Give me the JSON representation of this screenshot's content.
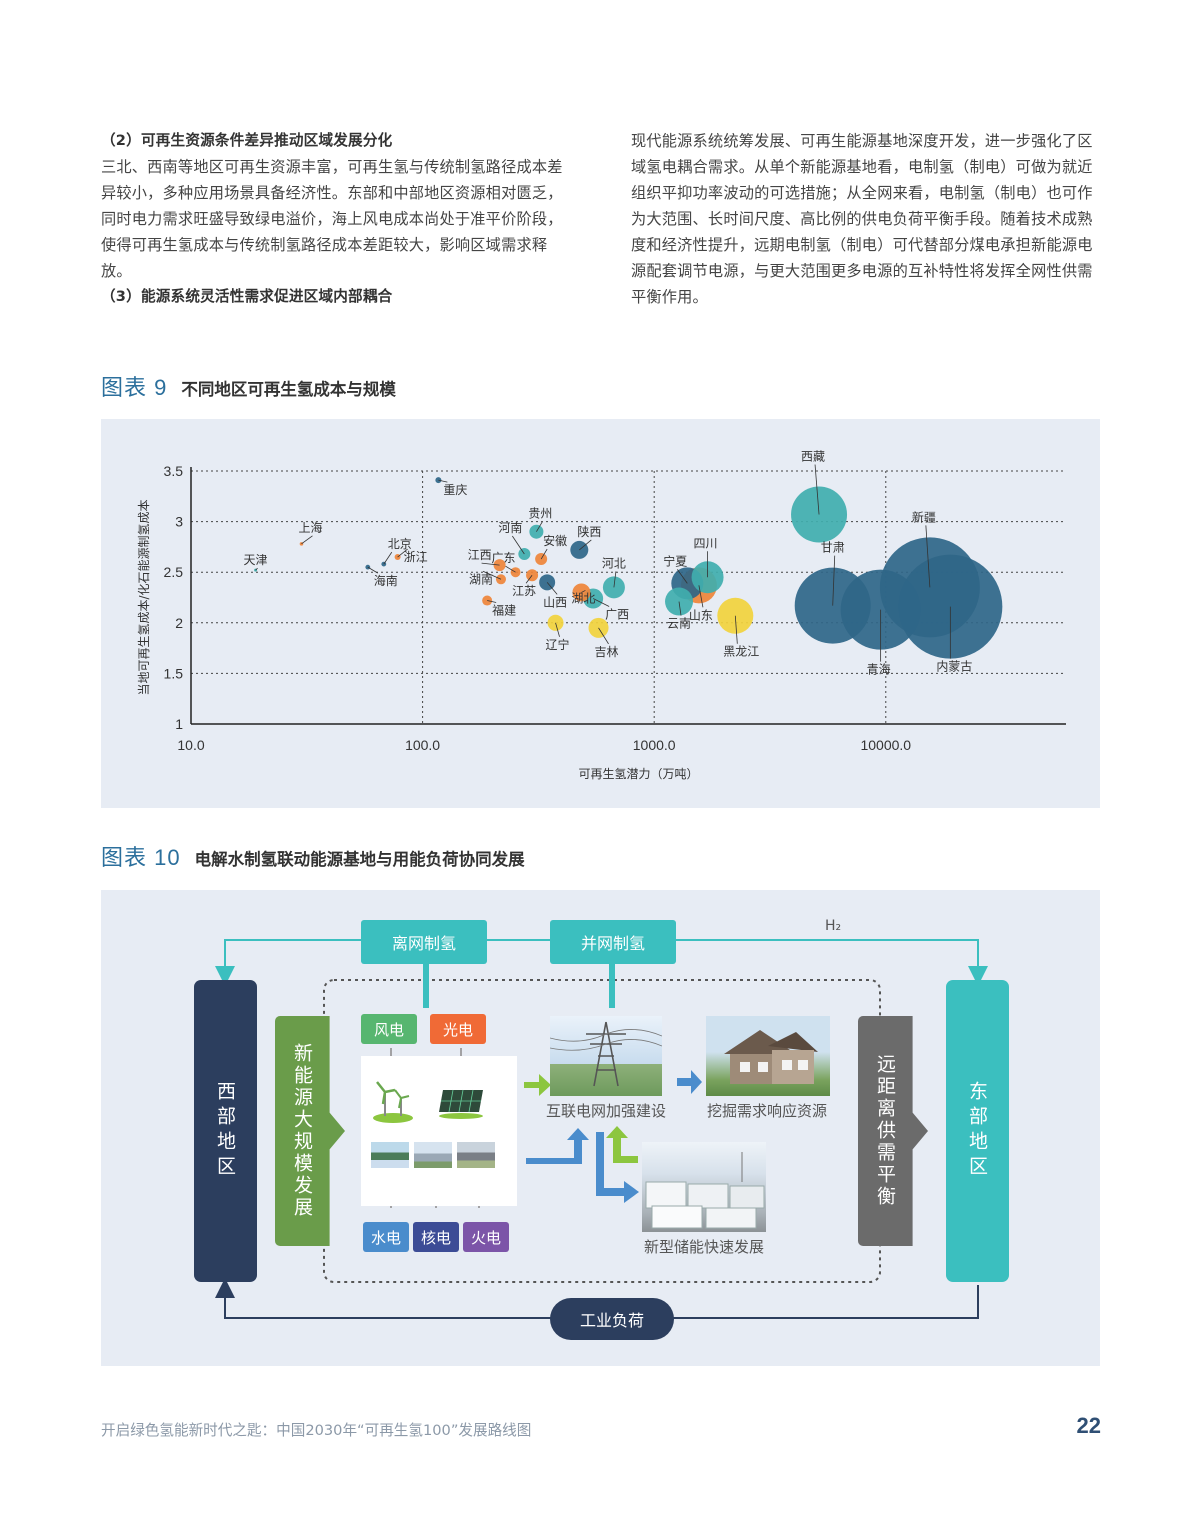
{
  "left_column": {
    "heading1": "（2）可再生资源条件差异推动区域发展分化",
    "para1": "三北、西南等地区可再生资源丰富，可再生氢与传统制氢路径成本差异较小，多种应用场景具备经济性。东部和中部地区资源相对匮乏，同时电力需求旺盛导致绿电溢价，海上风电成本尚处于准平价阶段，使得可再生氢成本与传统制氢路径成本差距较大，影响区域需求释放。",
    "heading2": "（3）能源系统灵活性需求促进区域内部耦合"
  },
  "right_column": {
    "para1": "现代能源系统统筹发展、可再生能源基地深度开发，进一步强化了区域氢电耦合需求。从单个新能源基地看，电制氢（制电）可做为就近组织平抑功率波动的可选措施；从全网来看，电制氢（制电）也可作为大范围、长时间尺度、高比例的供电负荷平衡手段。随着技术成熟度和经济性提升，远期电制氢（制电）可代替部分煤电承担新能源电源配套调节电源，与更大范围更多电源的互补特性将发挥全网性供需平衡作用。"
  },
  "figure9": {
    "number": "图表 9",
    "title": "不同地区可再生氢成本与规模"
  },
  "chart_data": {
    "type": "scatter",
    "xlabel": "可再生氢潜力（万吨）",
    "ylabel": "当地可再生氢成本/化石能源制氢成本",
    "x_scale": "log",
    "xlim": [
      10,
      60000
    ],
    "ylim": [
      1,
      3.5
    ],
    "x_ticks": [
      "10.0",
      "100.0",
      "1000.0",
      "10000.0"
    ],
    "y_ticks": [
      "1",
      "1.5",
      "2",
      "2.5",
      "3",
      "3.5"
    ],
    "grid": "dotted",
    "colors": {
      "teal": "#40aeae",
      "blue": "#2f6688",
      "orange": "#ef8438",
      "yellow": "#f2d23c"
    },
    "points": [
      {
        "name": "天津",
        "x": 19,
        "y": 2.52,
        "size": 1.5,
        "color": "teal"
      },
      {
        "name": "上海",
        "x": 30,
        "y": 2.78,
        "size": 1.8,
        "color": "orange"
      },
      {
        "name": "海南",
        "x": 58,
        "y": 2.55,
        "size": 2.4,
        "color": "blue"
      },
      {
        "name": "北京",
        "x": 68,
        "y": 2.58,
        "size": 2.4,
        "color": "blue"
      },
      {
        "name": "浙江",
        "x": 78,
        "y": 2.65,
        "size": 3,
        "color": "orange"
      },
      {
        "name": "重庆",
        "x": 117,
        "y": 3.41,
        "size": 3,
        "color": "blue"
      },
      {
        "name": "福建",
        "x": 190,
        "y": 2.22,
        "size": 5,
        "color": "orange"
      },
      {
        "name": "江西",
        "x": 215,
        "y": 2.57,
        "size": 6,
        "color": "orange"
      },
      {
        "name": "湖南",
        "x": 218,
        "y": 2.43,
        "size": 5,
        "color": "orange"
      },
      {
        "name": "广东",
        "x": 252,
        "y": 2.5,
        "size": 5,
        "color": "orange"
      },
      {
        "name": "河南",
        "x": 275,
        "y": 2.68,
        "size": 6,
        "color": "teal"
      },
      {
        "name": "江苏",
        "x": 297,
        "y": 2.47,
        "size": 6,
        "color": "orange"
      },
      {
        "name": "贵州",
        "x": 310,
        "y": 2.9,
        "size": 7,
        "color": "teal"
      },
      {
        "name": "安徽",
        "x": 325,
        "y": 2.63,
        "size": 6,
        "color": "orange"
      },
      {
        "name": "山西",
        "x": 345,
        "y": 2.4,
        "size": 8,
        "color": "blue"
      },
      {
        "name": "辽宁",
        "x": 375,
        "y": 2.0,
        "size": 8,
        "color": "yellow"
      },
      {
        "name": "陕西",
        "x": 475,
        "y": 2.72,
        "size": 9,
        "color": "blue"
      },
      {
        "name": "湖北",
        "x": 485,
        "y": 2.3,
        "size": 9,
        "color": "orange"
      },
      {
        "name": "广西",
        "x": 545,
        "y": 2.24,
        "size": 10,
        "color": "teal"
      },
      {
        "name": "吉林",
        "x": 575,
        "y": 1.95,
        "size": 10,
        "color": "yellow"
      },
      {
        "name": "河北",
        "x": 670,
        "y": 2.35,
        "size": 11,
        "color": "teal"
      },
      {
        "name": "云南",
        "x": 1280,
        "y": 2.21,
        "size": 14,
        "color": "teal"
      },
      {
        "name": "宁夏",
        "x": 1390,
        "y": 2.39,
        "size": 16,
        "color": "blue"
      },
      {
        "name": "山东",
        "x": 1560,
        "y": 2.37,
        "size": 18,
        "color": "orange"
      },
      {
        "name": "四川",
        "x": 1700,
        "y": 2.45,
        "size": 16,
        "color": "teal"
      },
      {
        "name": "黑龙江",
        "x": 2240,
        "y": 2.07,
        "size": 18,
        "color": "yellow"
      },
      {
        "name": "西藏",
        "x": 5150,
        "y": 3.07,
        "size": 28,
        "color": "teal"
      },
      {
        "name": "甘肃",
        "x": 5900,
        "y": 2.17,
        "size": 38,
        "color": "blue"
      },
      {
        "name": "青海",
        "x": 9500,
        "y": 2.13,
        "size": 40,
        "color": "blue"
      },
      {
        "name": "新疆",
        "x": 15500,
        "y": 2.35,
        "size": 50,
        "color": "blue"
      },
      {
        "name": "内蒙古",
        "x": 19000,
        "y": 2.16,
        "size": 52,
        "color": "blue"
      }
    ]
  },
  "figure10": {
    "number": "图表 10",
    "title": "电解水制氢联动能源基地与用能负荷协同发展"
  },
  "diagram": {
    "h2_label": "H₂",
    "offgrid_label": "离网制氢",
    "ongrid_label": "并网制氢",
    "west_label": "西部地区",
    "east_label": "东部地区",
    "new_energy_label": "新能源大规模发展",
    "wind_label": "风电",
    "solar_label": "光电",
    "hydro_label": "水电",
    "nuclear_label": "核电",
    "thermal_label": "火电",
    "grid_caption": "互联电网加强建设",
    "demand_caption": "挖掘需求响应资源",
    "storage_caption": "新型储能快速发展",
    "balance_label": "远距离供需平衡",
    "industry_label": "工业负荷",
    "colors": {
      "navy": "#2c3e5e",
      "teal": "#3bbfbf",
      "green": "#6a9c4a",
      "gray": "#6b6b6b",
      "tag_green": "#57b670",
      "tag_orange": "#f06a36",
      "tag_blue": "#4a8ccc",
      "tag_navy": "#3c4c96",
      "tag_purple": "#7c55a8"
    }
  },
  "footer": {
    "text": "开启绿色氢能新时代之匙：中国2030年“可再生氢100”发展路线图",
    "page": "22"
  }
}
